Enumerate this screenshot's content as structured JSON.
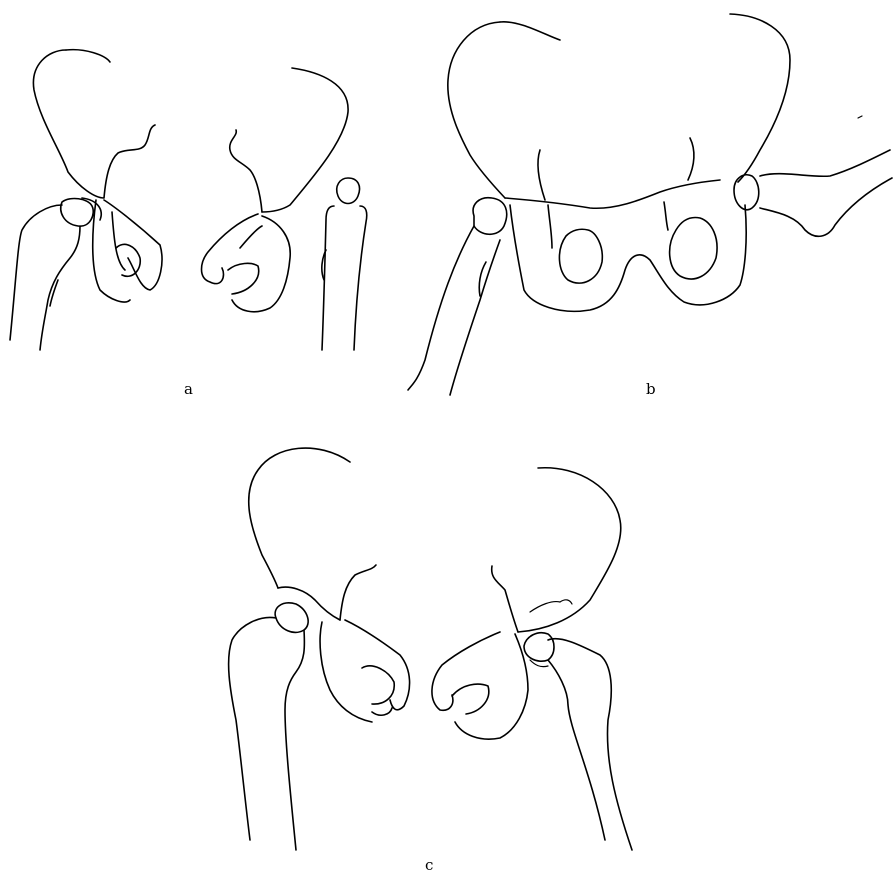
{
  "figure": {
    "panels": [
      {
        "id": "a",
        "label": "a"
      },
      {
        "id": "b",
        "label": "b"
      },
      {
        "id": "c",
        "label": "c"
      }
    ]
  }
}
